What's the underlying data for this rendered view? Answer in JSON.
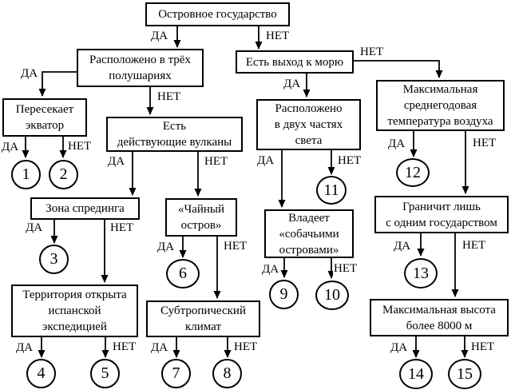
{
  "diagram": {
    "yes": "ДА",
    "no": "НЕТ",
    "nodes": {
      "root": "Островное государство",
      "three_hemispheres": "Расположено в трёх\nполушариях",
      "crosses_equator": "Пересекает\nэкватор",
      "active_volcanoes": "Есть\nдействующие вулканы",
      "spreading_zone": "Зона спрединга",
      "tea_island": "«Чайный\nостров»",
      "spanish_expedition": "Территория открыта\nиспанской\nэкспедицией",
      "subtropical_climate": "Субтропический\nклимат",
      "sea_access": "Есть выход к морю",
      "two_parts_of_world": "Расположено\nв двух частях\nсвета",
      "dog_islands": "Владеет\n«собачьими\nостровами»",
      "max_annual_temp": "Максимальная\nсреднегодовая\nтемпература воздуха",
      "single_neighbor": "Граничит лишь\nс одним государством",
      "max_height": "Максимальная высота\nболее 8000 м"
    },
    "terminals": {
      "t1": "1",
      "t2": "2",
      "t3": "3",
      "t4": "4",
      "t5": "5",
      "t6": "6",
      "t7": "7",
      "t8": "8",
      "t9": "9",
      "t10": "10",
      "t11": "11",
      "t12": "12",
      "t13": "13",
      "t14": "14",
      "t15": "15"
    },
    "line_color": "#000000",
    "background_color": "#ffffff"
  }
}
